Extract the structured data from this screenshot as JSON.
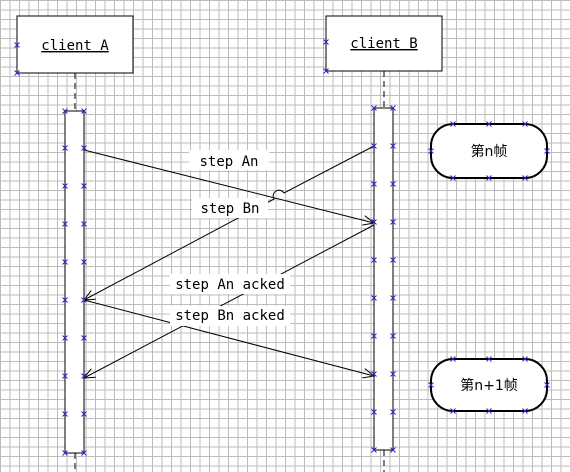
{
  "participants": [
    {
      "name": "client A"
    },
    {
      "name": "client B"
    }
  ],
  "messages": [
    {
      "label": "step An"
    },
    {
      "label": "step Bn"
    },
    {
      "label": "step An acked"
    },
    {
      "label": "step Bn acked"
    }
  ],
  "notes": [
    {
      "label": "第n帧"
    },
    {
      "label": "第n+1帧"
    }
  ],
  "colors": {
    "handle": "#2a2ad0",
    "line": "#000000",
    "grid": "#bdbdbd"
  }
}
